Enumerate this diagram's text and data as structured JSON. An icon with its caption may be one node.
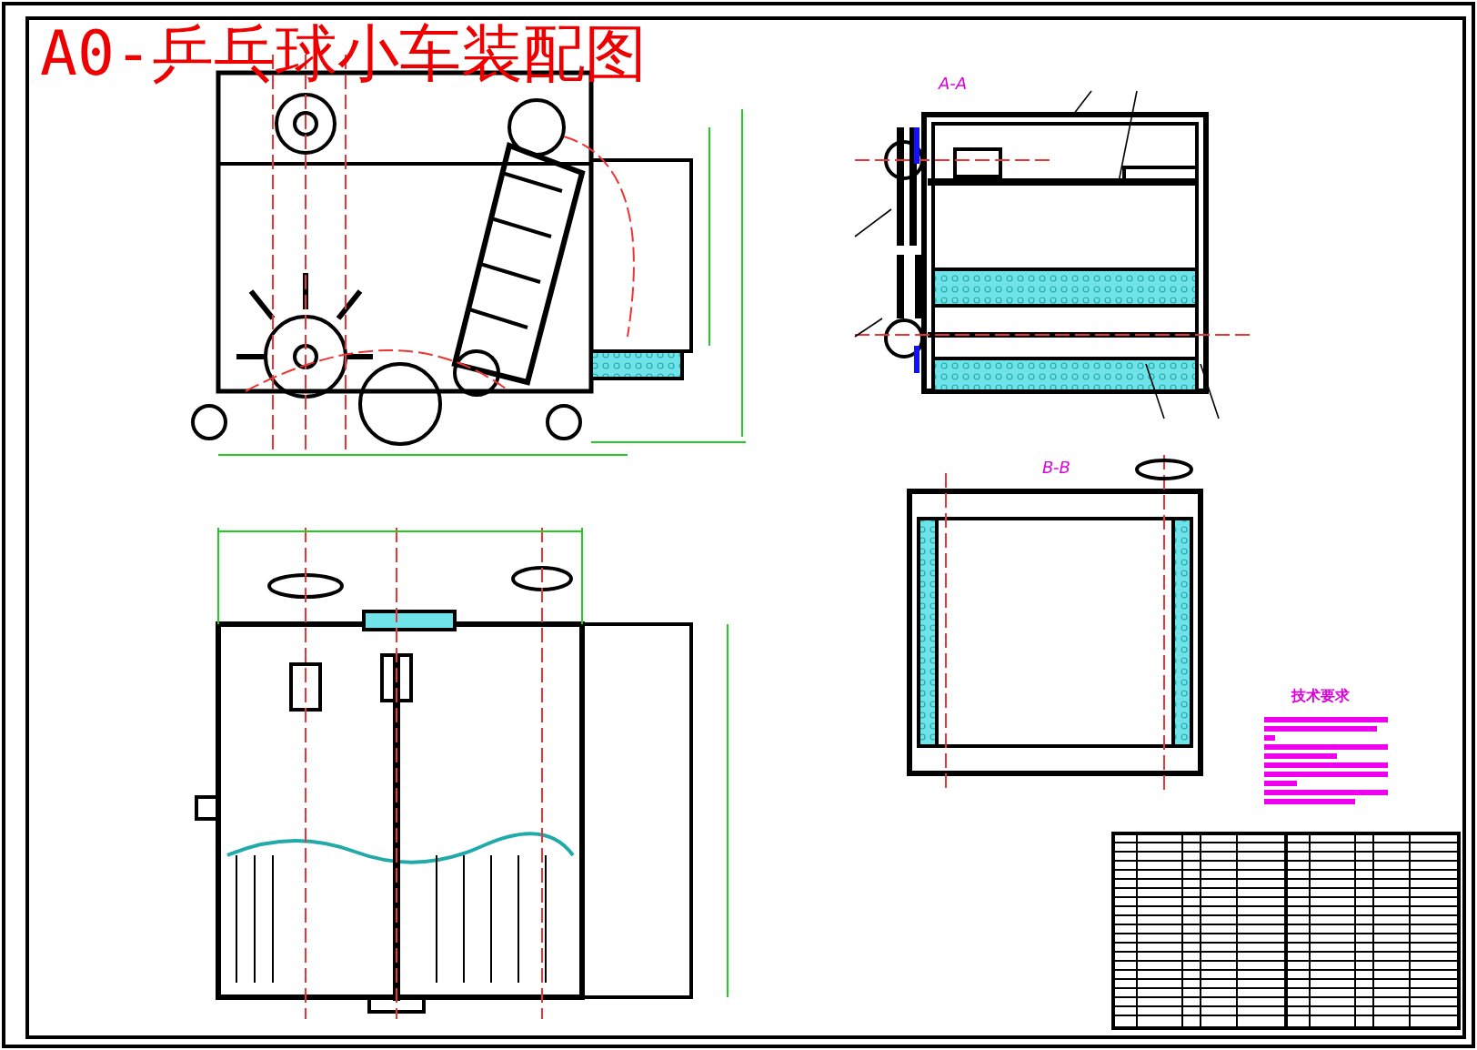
{
  "diagram": {
    "title": "A0-乒乓球小车装配图",
    "labels": [
      "A-A",
      "B-B",
      "技术要求"
    ]
  }
}
